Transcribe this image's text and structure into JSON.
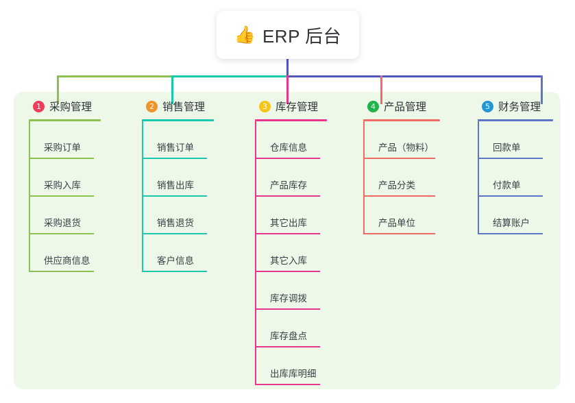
{
  "root": {
    "icon": "thumbs-up-icon",
    "emoji": "👍",
    "title": "ERP 后台"
  },
  "palette": {
    "panel_bg": "#eef8e9",
    "page_bg": "#ffffff",
    "green": "#8cc152",
    "teal": "#19c9ad",
    "pink": "#e8368f",
    "red": "#f06b63",
    "blue": "#5d75c9",
    "indigo": "#5155c0",
    "badge_1": "#ef3e5c",
    "badge_2": "#f0932b",
    "badge_3": "#f5c518",
    "badge_4": "#21b24b",
    "badge_5": "#2196d6"
  },
  "columns": [
    {
      "index": "1",
      "badge_color": "#ef3e5c",
      "line_color": "#8cc152",
      "leaf_line_color": "#a8cd7f",
      "title": "采购管理",
      "items": [
        {
          "label": "采购订单"
        },
        {
          "label": "采购入库"
        },
        {
          "label": "采购退货"
        },
        {
          "label": "供应商信息"
        }
      ]
    },
    {
      "index": "2",
      "badge_color": "#f0932b",
      "line_color": "#19c9ad",
      "leaf_line_color": "#63ccbd",
      "title": "销售管理",
      "items": [
        {
          "label": "销售订单"
        },
        {
          "label": "销售出库"
        },
        {
          "label": "销售退货"
        },
        {
          "label": "客户信息"
        }
      ]
    },
    {
      "index": "3",
      "badge_color": "#f5c518",
      "line_color": "#e8368f",
      "leaf_line_color": "#e association",
      "title": "库存管理",
      "items": [
        {
          "label": "仓库信息"
        },
        {
          "label": "产品库存"
        },
        {
          "label": "其它出库"
        },
        {
          "label": "其它入库"
        },
        {
          "label": "库存调拨"
        },
        {
          "label": "库存盘点"
        },
        {
          "label": "出库库明细"
        }
      ]
    },
    {
      "index": "4",
      "badge_color": "#21b24b",
      "line_color": "#f06b63",
      "leaf_line_color": "#f59a94",
      "title": "产品管理",
      "items": [
        {
          "label": "产品（物料）"
        },
        {
          "label": "产品分类"
        },
        {
          "label": "产品单位"
        }
      ]
    },
    {
      "index": "5",
      "badge_color": "#2196d6",
      "line_color": "#5d75c9",
      "leaf_line_color": "#94a8dc",
      "title": "财务管理",
      "items": [
        {
          "label": "回款单"
        },
        {
          "label": "付款单"
        },
        {
          "label": "结算账户"
        }
      ]
    }
  ]
}
